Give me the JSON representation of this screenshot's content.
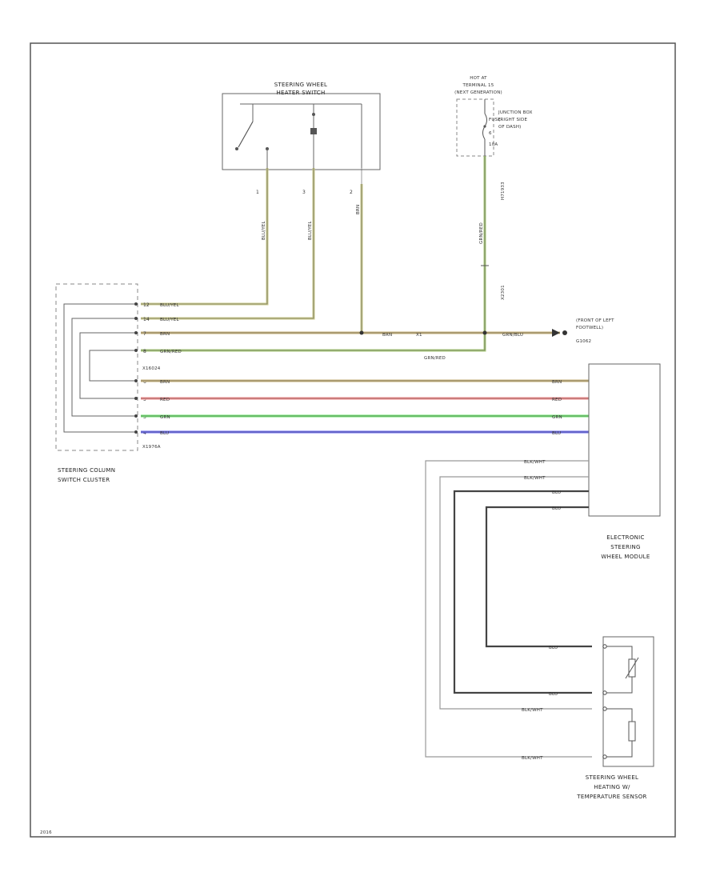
{
  "diagram_id": "2016",
  "components": {
    "heater_switch": "STEERING WHEEL HEATER SWITCH",
    "hot_at": [
      "HOT AT",
      "TERMINAL 15",
      "(NEXT GENERATION)"
    ],
    "junction_box": [
      "JUNCTION BOX",
      "(RIGHT SIDE",
      "OF DASH)"
    ],
    "fuse_label": "FUSE",
    "fuse_number": "6",
    "fuse_rating": "10A",
    "ground": [
      "(FRONT OF LEFT",
      "FOOTWELL)",
      "G1062"
    ],
    "column_switch": [
      "STEERING COLUMN",
      "SWITCH CLUSTER"
    ],
    "esw_module": [
      "ELECTRONIC",
      "STEERING",
      "WHEEL MODULE"
    ],
    "heating_sensor": [
      "STEERING WHEEL",
      "HEATING W/",
      "TEMPERATURE SENSOR"
    ]
  },
  "connectors": {
    "switch_pins": [
      "1",
      "3",
      "2"
    ],
    "hotat_conn": "H71933",
    "hotat_conn2": "X2301",
    "column_conn_a": "X16024",
    "column_conn_b": "X1976A",
    "column_pins": [
      "12",
      "14",
      "7",
      "8",
      "6",
      "5",
      "3",
      "4"
    ],
    "ground_splice": "X1"
  },
  "wires": {
    "blu_yel": "BLU/YEL",
    "brn": "BRN",
    "grn_red": "GRN/RED",
    "red": "RED",
    "grn": "GRN",
    "blu": "BLU",
    "blk_wht": "BLK/WHT",
    "sw1": "BLU/YEL",
    "sw3": "BLU/YEL",
    "sw2": "BRN",
    "hot": "GRN/RED",
    "ground_wire": "GRN/BLU",
    "splice_a": "X2301"
  },
  "colors": {
    "yel_wire": "#c9c888",
    "tan_wire": "#c7b27a",
    "red_wire": "#f08a8a",
    "grn_wire": "#6ee06e",
    "blu_wire": "#6a6af0",
    "grn_yel_wire": "#a8c978",
    "line": "#444444",
    "frame": "#555555"
  }
}
